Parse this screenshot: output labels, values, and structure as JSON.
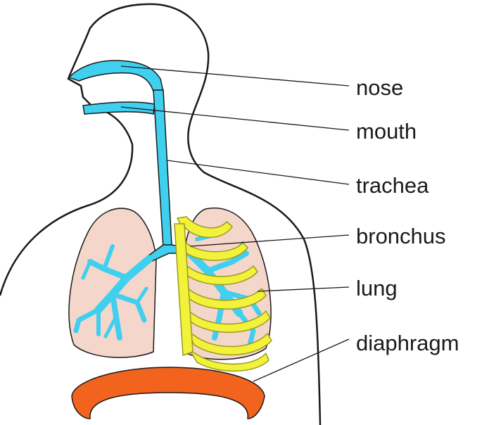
{
  "labels": {
    "nose": "nose",
    "mouth": "mouth",
    "trachea": "trachea",
    "bronchus": "bronchus",
    "lung": "lung",
    "diaphragm": "diaphragm"
  },
  "colors": {
    "outline": "#1a1a1a",
    "airway": "#3fd0f0",
    "lung_fill": "#f4d6cb",
    "ribs": "#f2f23a",
    "rib_outline": "#9a9a20",
    "diaphragm": "#f2641e"
  }
}
